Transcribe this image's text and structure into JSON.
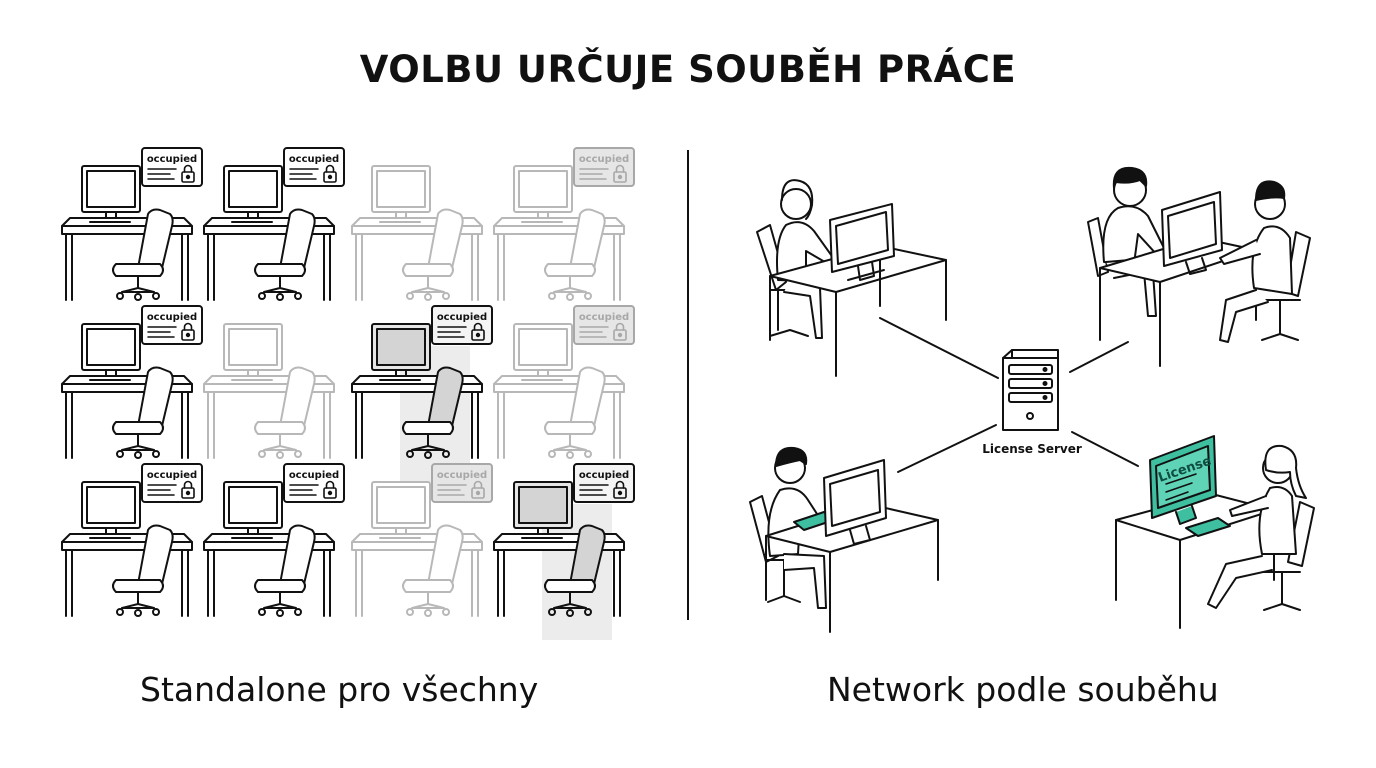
{
  "title": "VOLBU URČUJE SOUBĚH PRÁCE",
  "left_panel": {
    "caption": "Standalone pro všechny",
    "badge_label": "occupied",
    "workstations": [
      {
        "state": "occupied"
      },
      {
        "state": "occupied"
      },
      {
        "state": "idle"
      },
      {
        "state": "idle-badge"
      },
      {
        "state": "occupied"
      },
      {
        "state": "idle"
      },
      {
        "state": "occupied-shaded"
      },
      {
        "state": "idle-badge"
      },
      {
        "state": "occupied"
      },
      {
        "state": "occupied"
      },
      {
        "state": "idle-badge"
      },
      {
        "state": "occupied-shaded"
      }
    ]
  },
  "right_panel": {
    "caption": "Network podle souběhu",
    "server_label": "License Server",
    "screen_label": "License",
    "accent_color": "#3dbfa0"
  }
}
